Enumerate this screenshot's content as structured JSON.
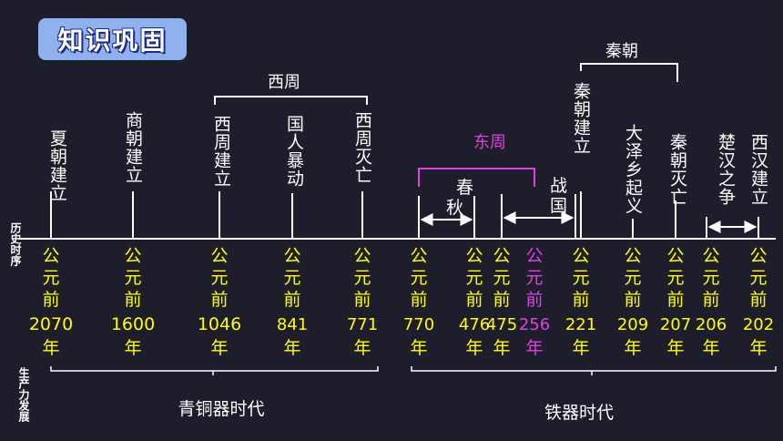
{
  "title": "知识巩固",
  "axis_labels": {
    "timeline": "历史时序",
    "production": "生产力发展"
  },
  "colors": {
    "background": "#1d1d2b",
    "text": "#ffffff",
    "year": "#ffff00",
    "highlight": "#e040e0"
  },
  "events": [
    {
      "text": "夏朝建立",
      "year_prefix": "公元前",
      "year": "2070",
      "suffix": "年"
    },
    {
      "text": "商朝建立",
      "year_prefix": "公元前",
      "year": "1600",
      "suffix": "年"
    },
    {
      "text": "西周建立",
      "year_prefix": "公元前",
      "year": "1046",
      "suffix": "年"
    },
    {
      "text": "国人暴动",
      "year_prefix": "公元前",
      "year": "841",
      "suffix": "年"
    },
    {
      "text": "西周灭亡",
      "year_prefix": "公元前",
      "year": "771",
      "suffix": "年"
    },
    {
      "text": "",
      "year_prefix": "公元前",
      "year": "770",
      "suffix": "年"
    },
    {
      "text": "",
      "year_prefix": "公元前",
      "year": "476",
      "suffix": "年"
    },
    {
      "text": "",
      "year_prefix": "公元前",
      "year": "475",
      "suffix": "年"
    },
    {
      "text": "",
      "year_prefix": "公元前",
      "year": "256",
      "suffix": "年",
      "highlight": true
    },
    {
      "text": "秦朝建立",
      "year_prefix": "公元前",
      "year": "221",
      "suffix": "年"
    },
    {
      "text": "大泽乡起义",
      "year_prefix": "公元前",
      "year": "209",
      "suffix": "年"
    },
    {
      "text": "秦朝灭亡",
      "year_prefix": "公元前",
      "year": "207",
      "suffix": "年"
    },
    {
      "text": "",
      "year_prefix": "公元前",
      "year": "206",
      "suffix": "年"
    },
    {
      "text": "西汉建立",
      "year_prefix": "公元前",
      "year": "202",
      "suffix": "年"
    }
  ],
  "periods": {
    "western_zhou": "西周",
    "eastern_zhou": "东周",
    "qin": "秦朝",
    "spring_autumn": "春秋",
    "warring_states": "战国",
    "chu_han": "楚汉之争"
  },
  "eras": {
    "bronze": "青铜器时代",
    "iron": "铁器时代"
  }
}
